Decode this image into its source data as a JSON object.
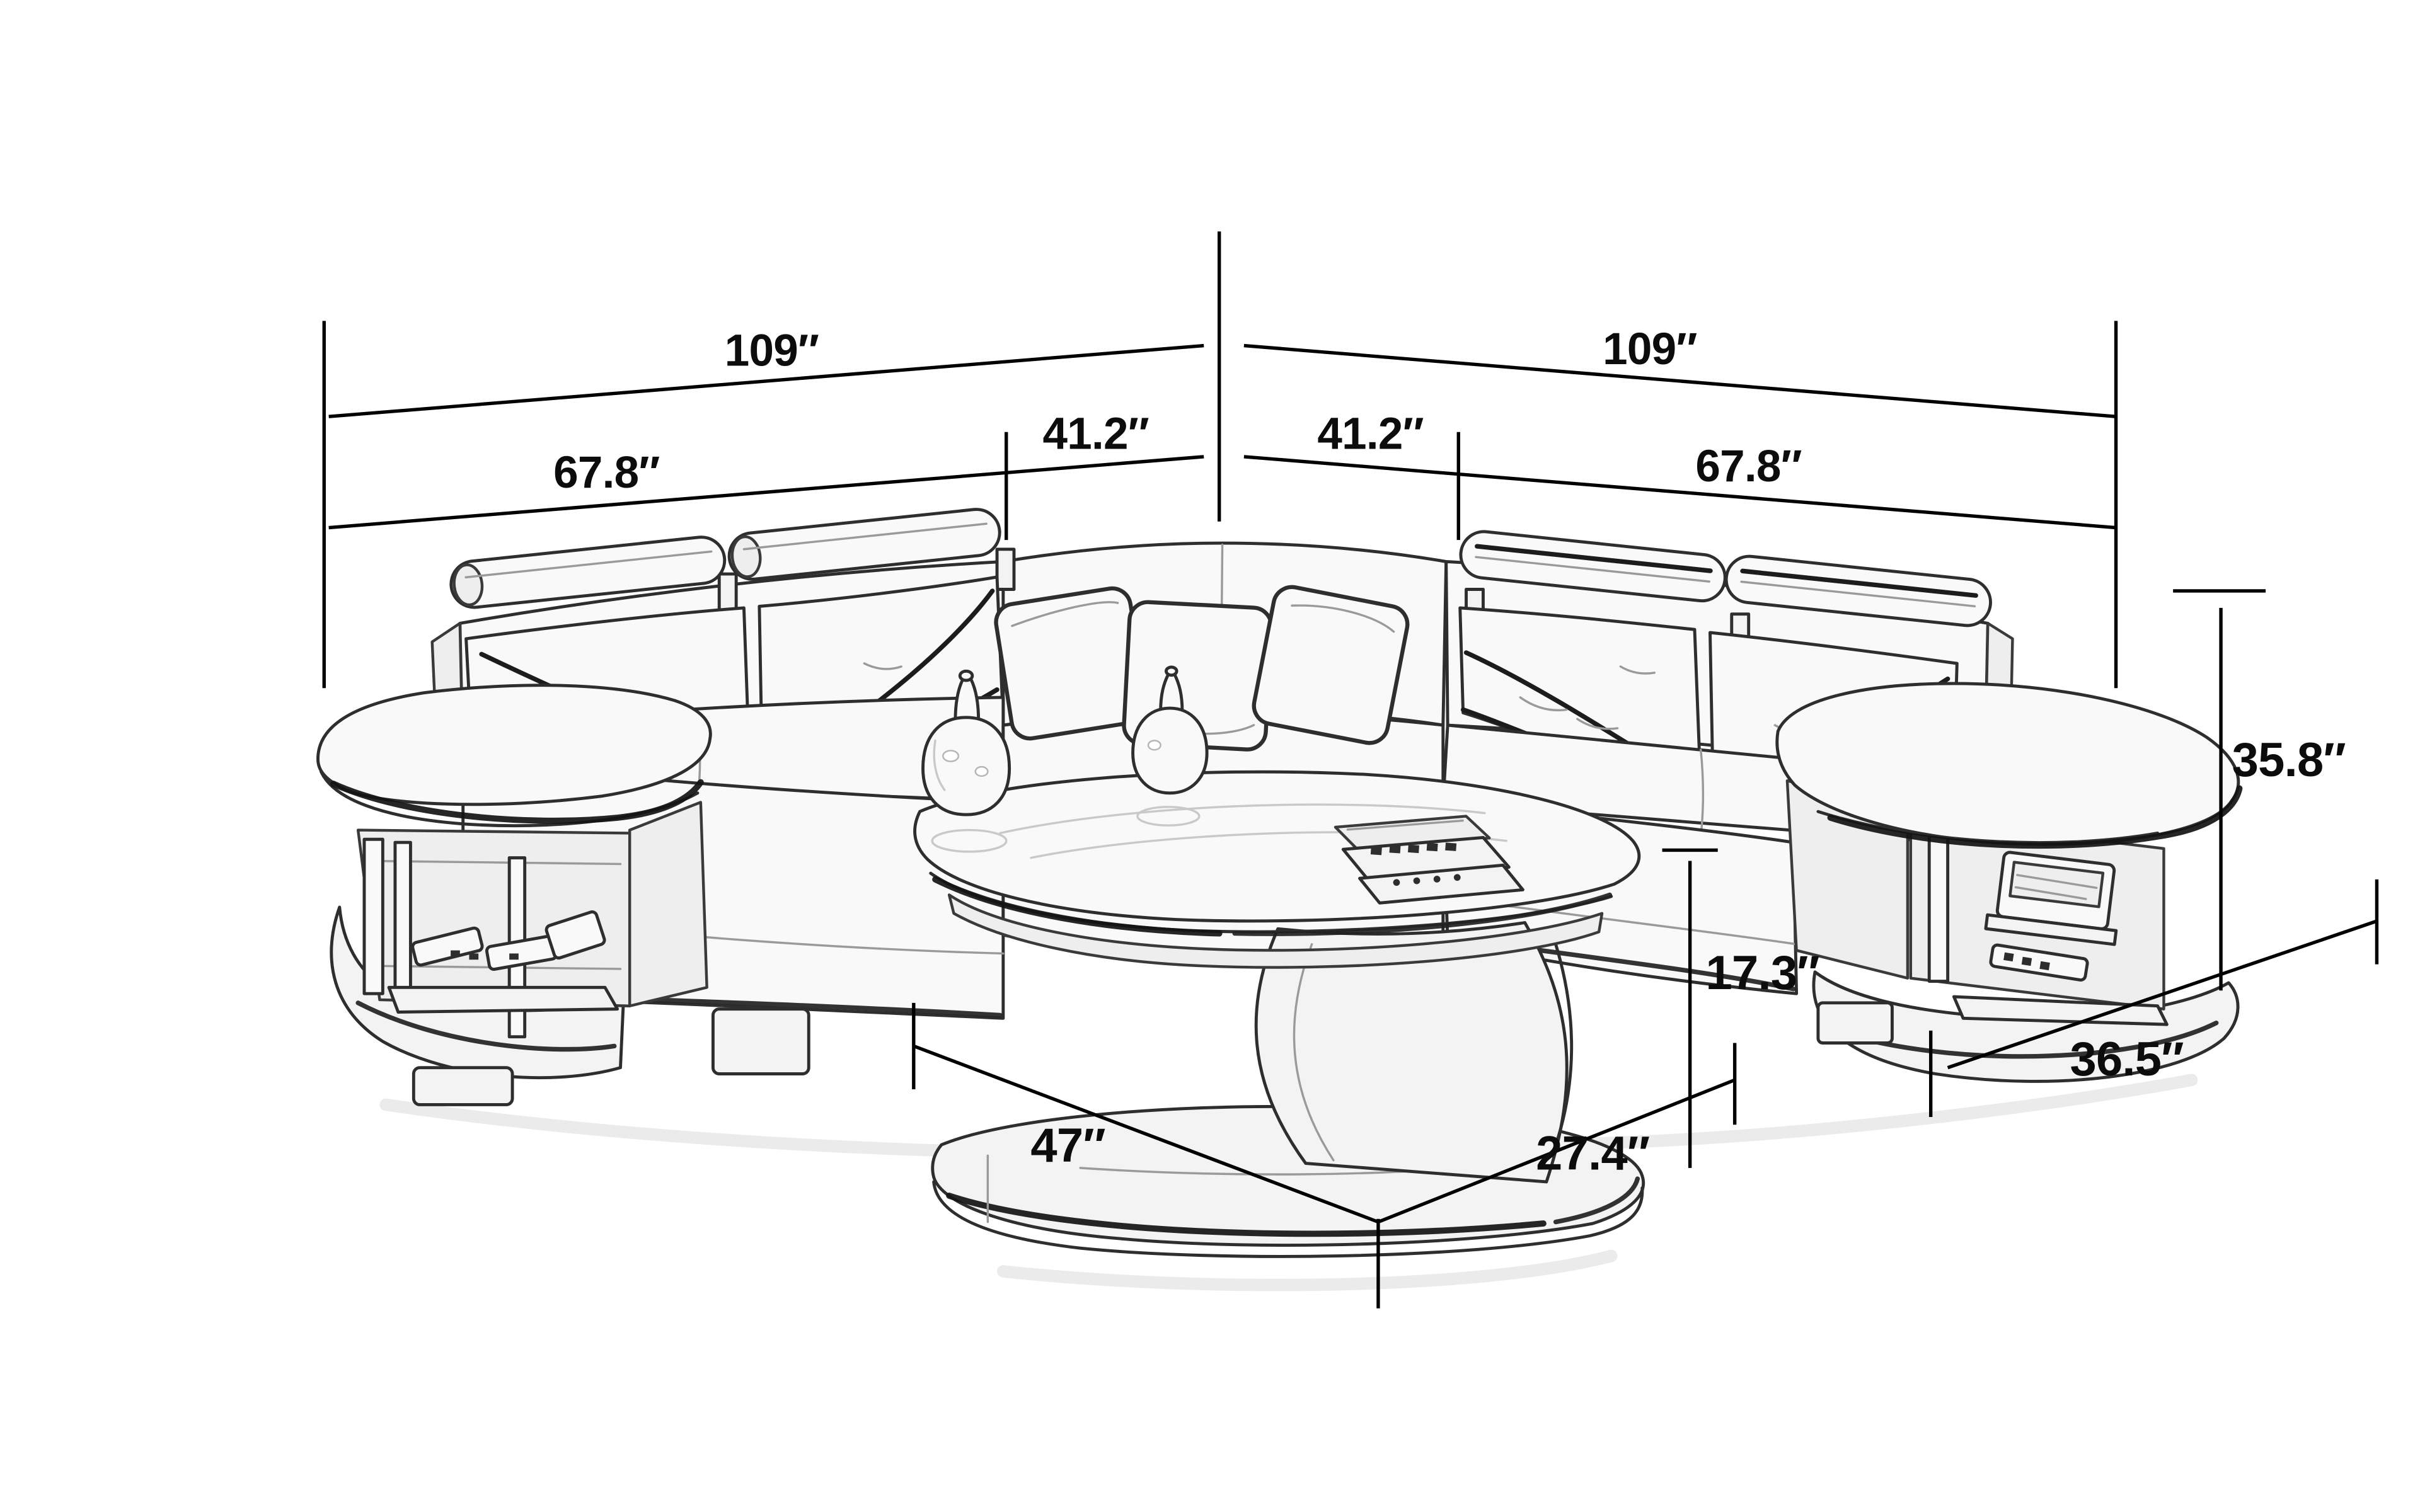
{
  "diagram": {
    "kind": "furniture dimension drawing",
    "style": "black and white pencil-sketch line art on white background",
    "units": "inches",
    "objects": [
      "corner sectional sofa with side shelves and headrests",
      "coffee table with two vases and remote tray"
    ]
  },
  "dimensions": {
    "left_total": {
      "label": "109″",
      "inches": 109,
      "of": "left-wing-overall-width"
    },
    "left_seat": {
      "label": "67.8″",
      "inches": 67.8,
      "of": "left-wing-seat-section"
    },
    "left_corner": {
      "label": "41.2″",
      "inches": 41.2,
      "of": "left-corner-section"
    },
    "right_corner": {
      "label": "41.2″",
      "inches": 41.2,
      "of": "right-corner-section"
    },
    "right_seat": {
      "label": "67.8″",
      "inches": 67.8,
      "of": "right-wing-seat-section"
    },
    "right_total": {
      "label": "109″",
      "inches": 109,
      "of": "right-wing-overall-width"
    },
    "sofa_height": {
      "label": "35.8″",
      "inches": 35.8,
      "of": "sofa-height"
    },
    "sofa_depth": {
      "label": "36.5″",
      "inches": 36.5,
      "of": "sofa-depth"
    },
    "table_height": {
      "label": "17.3″",
      "inches": 17.3,
      "of": "coffee-table-height"
    },
    "table_length": {
      "label": "47″",
      "inches": 47,
      "of": "coffee-table-length"
    },
    "table_width": {
      "label": "27.4″",
      "inches": 27.4,
      "of": "coffee-table-width"
    }
  }
}
